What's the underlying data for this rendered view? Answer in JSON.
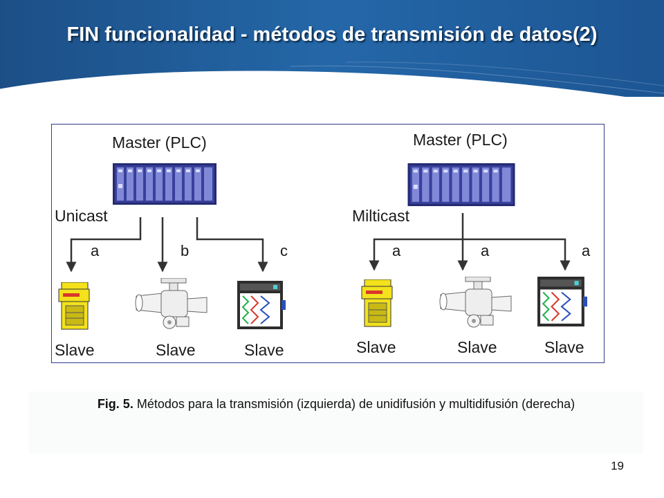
{
  "slide": {
    "title": "FIN funcionalidad - métodos de transmisión de datos(2)",
    "page_number": "19"
  },
  "diagram": {
    "left": {
      "master_label": "Master (PLC)",
      "mode_label": "Unicast",
      "branches": [
        "a",
        "b",
        "c"
      ],
      "slaves": [
        "Slave",
        "Slave",
        "Slave"
      ]
    },
    "right": {
      "master_label": "Master (PLC)",
      "mode_label": "Milticast",
      "branches": [
        "a",
        "a",
        "a"
      ],
      "slaves": [
        "Slave",
        "Slave",
        "Slave"
      ]
    }
  },
  "caption": {
    "prefix": "Fig. 5.",
    "text": "Métodos para la transmisión (izquierda) de unidifusión y multidifusión (derecha)"
  }
}
